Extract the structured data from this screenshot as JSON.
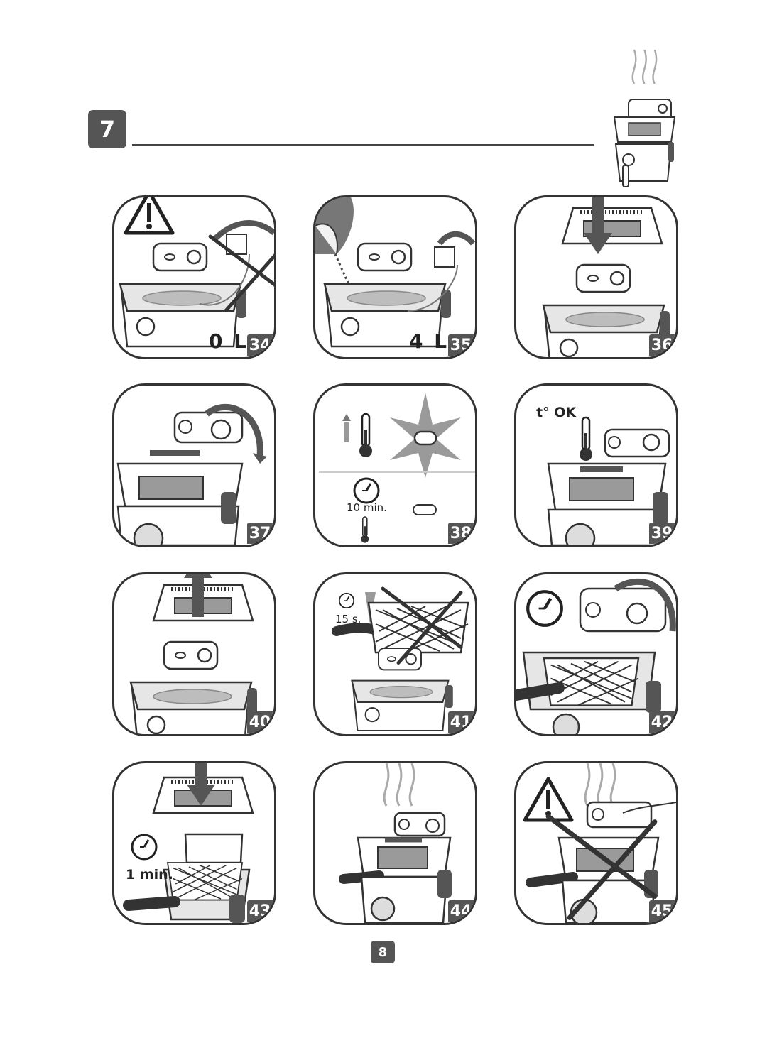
{
  "section": {
    "number": "7"
  },
  "steps": [
    {
      "number": "34",
      "volume": "0 L"
    },
    {
      "number": "35",
      "volume": "4 L"
    },
    {
      "number": "36"
    },
    {
      "number": "37"
    },
    {
      "number": "38",
      "timer_label": "10 min."
    },
    {
      "number": "39",
      "temp_label": "t° OK"
    },
    {
      "number": "40"
    },
    {
      "number": "41",
      "timer_label": "15 s."
    },
    {
      "number": "42"
    },
    {
      "number": "43",
      "timer_label": "1 min."
    },
    {
      "number": "44"
    },
    {
      "number": "45"
    }
  ],
  "page": {
    "number": "8"
  },
  "colors": {
    "badge": "#555555",
    "line": "#333333",
    "oil": "#bdbdbd"
  }
}
